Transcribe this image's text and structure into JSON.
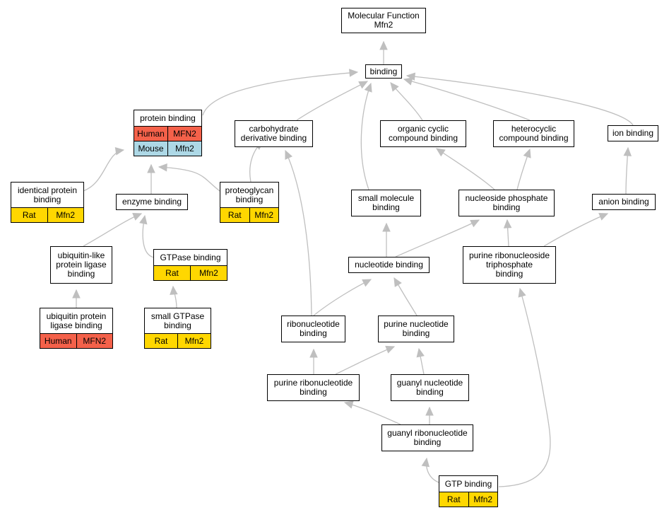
{
  "title": {
    "line1": "Molecular Function",
    "line2": "Mfn2"
  },
  "colors": {
    "human": "#f4614a",
    "mouse": "#add8e6",
    "rat": "#ffd700",
    "edge": "#bfbfbf"
  },
  "nodes": [
    {
      "id": "mf",
      "label": "Molecular Function\nMfn2"
    },
    {
      "id": "binding",
      "label": "binding"
    },
    {
      "id": "protein_binding",
      "label": "protein binding",
      "rows": [
        {
          "species": "Human",
          "gene": "MFN2",
          "kind": "human"
        },
        {
          "species": "Mouse",
          "gene": "Mfn2",
          "kind": "mouse"
        }
      ]
    },
    {
      "id": "carb",
      "label": "carbohydrate\nderivative binding"
    },
    {
      "id": "organic",
      "label": "organic cyclic\ncompound binding"
    },
    {
      "id": "hetero",
      "label": "heterocyclic\ncompound binding"
    },
    {
      "id": "ion",
      "label": "ion binding"
    },
    {
      "id": "identical",
      "label": "identical protein\nbinding",
      "rows": [
        {
          "species": "Rat",
          "gene": "Mfn2",
          "kind": "rat"
        }
      ]
    },
    {
      "id": "enzyme",
      "label": "enzyme binding"
    },
    {
      "id": "proteoglycan",
      "label": "proteoglycan\nbinding",
      "rows": [
        {
          "species": "Rat",
          "gene": "Mfn2",
          "kind": "rat"
        }
      ]
    },
    {
      "id": "small_mol",
      "label": "small molecule\nbinding"
    },
    {
      "id": "nuc_phos",
      "label": "nucleoside phosphate\nbinding"
    },
    {
      "id": "anion",
      "label": "anion binding"
    },
    {
      "id": "ubl_ligase",
      "label": "ubiquitin-like\nprotein ligase\nbinding"
    },
    {
      "id": "gtpase",
      "label": "GTPase binding",
      "rows": [
        {
          "species": "Rat",
          "gene": "Mfn2",
          "kind": "rat"
        }
      ]
    },
    {
      "id": "nucleotide",
      "label": "nucleotide binding"
    },
    {
      "id": "purine_rns_tp",
      "label": "purine ribonucleoside\ntriphosphate\nbinding"
    },
    {
      "id": "ub_ligase",
      "label": "ubiquitin protein\nligase binding",
      "rows": [
        {
          "species": "Human",
          "gene": "MFN2",
          "kind": "human"
        }
      ]
    },
    {
      "id": "small_gtpase",
      "label": "small GTPase\nbinding",
      "rows": [
        {
          "species": "Rat",
          "gene": "Mfn2",
          "kind": "rat"
        }
      ]
    },
    {
      "id": "ribonuc",
      "label": "ribonucleotide\nbinding"
    },
    {
      "id": "purine_nuc",
      "label": "purine nucleotide\nbinding"
    },
    {
      "id": "purine_ribonuc",
      "label": "purine ribonucleotide\nbinding"
    },
    {
      "id": "guanyl_nuc",
      "label": "guanyl nucleotide\nbinding"
    },
    {
      "id": "guanyl_ribonuc",
      "label": "guanyl ribonucleotide\nbinding"
    },
    {
      "id": "gtp",
      "label": "GTP binding",
      "rows": [
        {
          "species": "Rat",
          "gene": "Mfn2",
          "kind": "rat"
        }
      ]
    }
  ]
}
